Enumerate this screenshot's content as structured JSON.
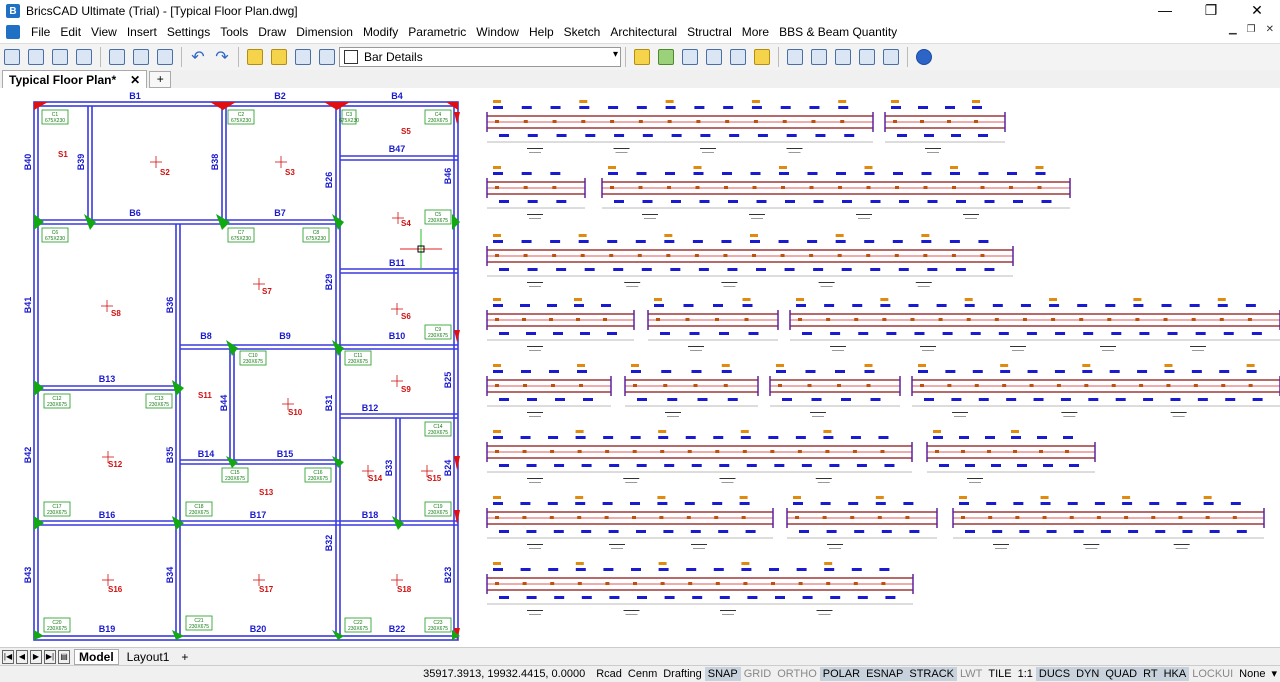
{
  "window": {
    "title": "BricsCAD Ultimate (Trial) - [Typical Floor Plan.dwg]",
    "controls": [
      "—",
      "❐",
      "✕"
    ]
  },
  "menu": [
    "File",
    "Edit",
    "View",
    "Insert",
    "Settings",
    "Tools",
    "Draw",
    "Dimension",
    "Modify",
    "Parametric",
    "Window",
    "Help",
    "Sketch",
    "Architectural",
    "Structral",
    "More",
    "BBS & Beam Quantity"
  ],
  "layer": {
    "current": "Bar Details"
  },
  "doc_tab": {
    "label": "Typical Floor Plan*",
    "close": "✕",
    "new": "+"
  },
  "plan": {
    "beams": [
      "B1",
      "B2",
      "B4",
      "B47",
      "B6",
      "B7",
      "B11",
      "B10",
      "B8",
      "B9",
      "B13",
      "B12",
      "B14",
      "B15",
      "B16",
      "B17",
      "B18",
      "B19",
      "B20",
      "B22",
      "B40",
      "B39",
      "B38",
      "B26",
      "B46",
      "B41",
      "B36",
      "B29",
      "B44",
      "B31",
      "B25",
      "B42",
      "B35",
      "B33",
      "B24",
      "B43",
      "B34",
      "B32",
      "B23"
    ],
    "slabs": [
      "S1",
      "S2",
      "S3",
      "S5",
      "S4",
      "S7",
      "S8",
      "S6",
      "S11",
      "S10",
      "S9",
      "S12",
      "S13",
      "S14",
      "S15",
      "S16",
      "S17",
      "S18"
    ],
    "columns": {
      "c1": "C1",
      "c1b": "675X230",
      "c2": "C2",
      "c2b": "675X230",
      "c3": "C3",
      "c3b": "675X230",
      "c4": "C4",
      "c4b": "230X675",
      "c5": "C5",
      "c5b": "230X675",
      "c6": "C6",
      "c6b": "675X230",
      "c7": "C7",
      "c7b": "675X230",
      "c8": "C8",
      "c8b": "675X230",
      "c9": "C9",
      "c9b": "230X675",
      "c10": "C10",
      "c10b": "230X675",
      "c11": "C11",
      "c11b": "230X675",
      "c12": "C12",
      "c12b": "230X675",
      "c13": "C13",
      "c13b": "230X675",
      "c14": "C14",
      "c14b": "230X675",
      "c15": "C15",
      "c15b": "230X675",
      "c16": "C16",
      "c16b": "230X675",
      "c17": "C17",
      "c17b": "230X675",
      "c18": "C18",
      "c18b": "230X675",
      "c19": "C19",
      "c19b": "230X675",
      "c20": "C20",
      "c20b": "230X675",
      "c21": "C21",
      "c21b": "230X675",
      "c22": "C22",
      "c22b": "230X675",
      "c23": "C23",
      "c23b": "230X675"
    }
  },
  "layout_tabs": {
    "model": "Model",
    "layout1": "Layout1",
    "add": "+"
  },
  "status": {
    "coords": "35917.3913, 19932.4415, 0.0000",
    "items": [
      {
        "label": "Rcad",
        "on": false
      },
      {
        "label": "Cenm",
        "on": false
      },
      {
        "label": "Drafting",
        "on": false
      },
      {
        "label": "SNAP",
        "on": true
      },
      {
        "label": "GRID",
        "on": false,
        "dim": true
      },
      {
        "label": "ORTHO",
        "on": false,
        "dim": true
      },
      {
        "label": "POLAR",
        "on": true
      },
      {
        "label": "ESNAP",
        "on": true
      },
      {
        "label": "STRACK",
        "on": true
      },
      {
        "label": "LWT",
        "on": false,
        "dim": true
      },
      {
        "label": "TILE",
        "on": false
      },
      {
        "label": "1:1",
        "on": false
      },
      {
        "label": "DUCS",
        "on": true
      },
      {
        "label": "DYN",
        "on": true
      },
      {
        "label": "QUAD",
        "on": true
      },
      {
        "label": "RT",
        "on": true
      },
      {
        "label": "HKA",
        "on": true
      },
      {
        "label": "LOCKUI",
        "on": false,
        "dim": true
      },
      {
        "label": "None",
        "on": false
      },
      {
        "label": "▾",
        "on": false
      }
    ]
  }
}
